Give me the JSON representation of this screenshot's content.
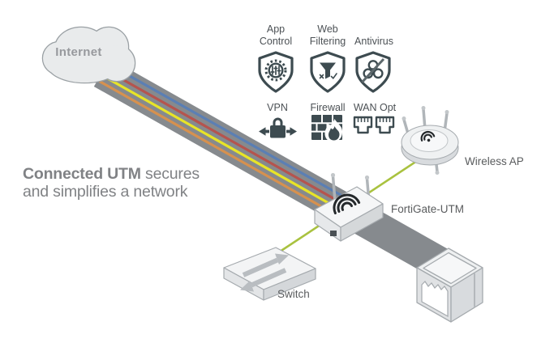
{
  "headline": {
    "bold": "Connected UTM",
    "rest": " secures\nand simplifies a network"
  },
  "nodes": {
    "internet": {
      "label": "Internet"
    },
    "fortigate": {
      "label": "FortiGate-UTM"
    },
    "wireless_ap": {
      "label": "Wireless AP"
    },
    "switch": {
      "label": "Switch"
    },
    "endpoint": {
      "label": ""
    }
  },
  "features": [
    {
      "id": "app-control",
      "label": "App\nControl",
      "icon": "shield-gear-icon"
    },
    {
      "id": "web-filtering",
      "label": "Web\nFiltering",
      "icon": "shield-funnel-icon"
    },
    {
      "id": "antivirus",
      "label": "Antivirus",
      "icon": "shield-biohazard-icon"
    },
    {
      "id": "vpn",
      "label": "VPN",
      "icon": "padlock-arrows-icon"
    },
    {
      "id": "firewall",
      "label": "Firewall",
      "icon": "brick-wall-flame-icon"
    },
    {
      "id": "wan-opt",
      "label": "WAN Opt",
      "icon": "ethernet-ports-icon"
    }
  ],
  "colors": {
    "band_gray": "#868a8e",
    "stripe_blue": "#5b7fb4",
    "stripe_red": "#b5544e",
    "stripe_yellow": "#e8e427",
    "stripe_orange": "#d6914f",
    "cable_green": "#a9c23f",
    "icon_dark": "#3d4b50",
    "headline_gray": "#808285",
    "label_gray": "#5a5c5e",
    "cloud_fill": "#e9ebec"
  }
}
